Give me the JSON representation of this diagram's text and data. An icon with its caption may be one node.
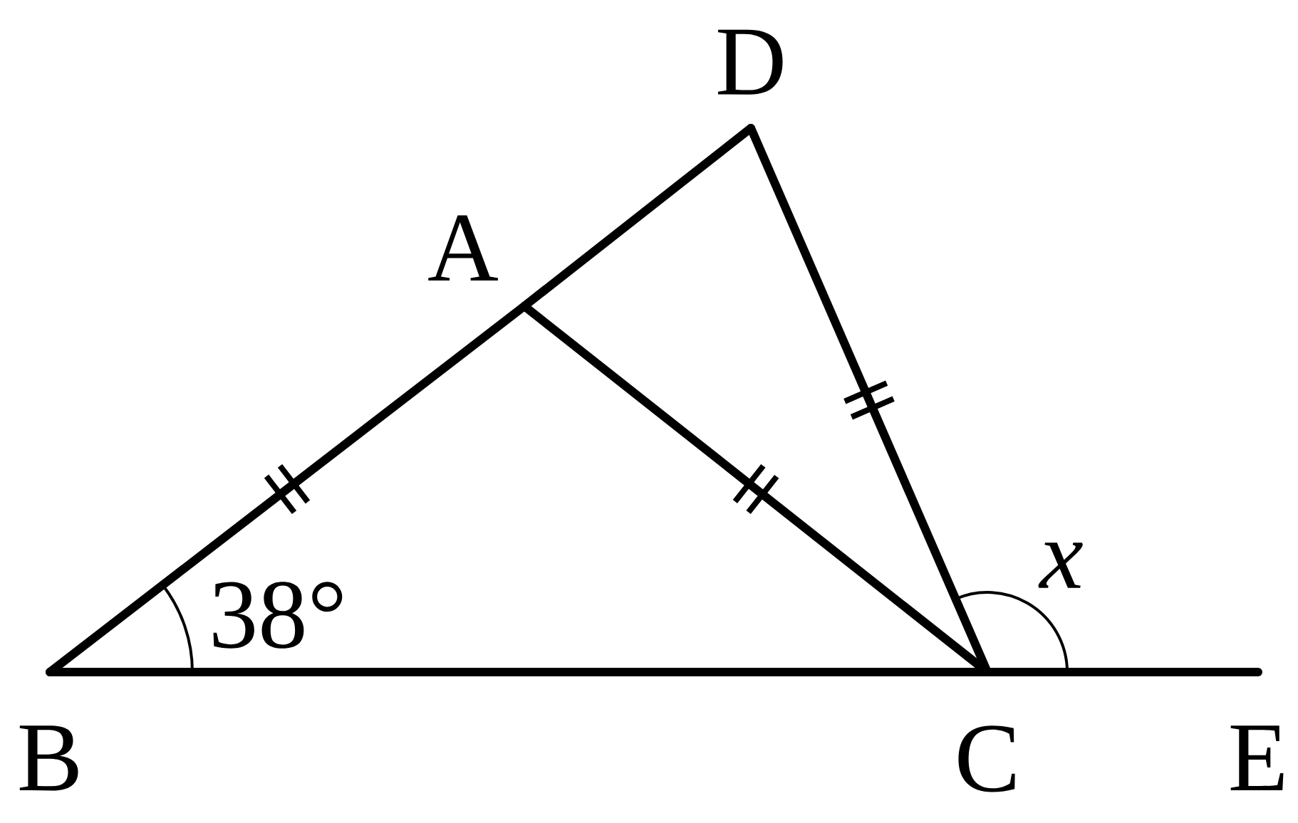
{
  "diagram": {
    "nodes": [
      {
        "text": [
          "D"
        ]
      },
      {
        "text": [
          "A"
        ]
      },
      {
        "text": [
          "B"
        ]
      },
      {
        "text": [
          "C"
        ]
      },
      {
        "text": [
          "E"
        ]
      }
    ],
    "edges": [
      {
        "from": 2,
        "to": 1,
        "arrow": "none"
      },
      {
        "from": 1,
        "to": 0,
        "arrow": "none"
      },
      {
        "from": 0,
        "to": 3,
        "arrow": "none"
      },
      {
        "from": 1,
        "to": 3,
        "arrow": "none"
      },
      {
        "from": 2,
        "to": 3,
        "arrow": "none"
      },
      {
        "from": 3,
        "to": 4,
        "arrow": "none"
      }
    ],
    "labels": [
      "38°",
      "x"
    ]
  }
}
